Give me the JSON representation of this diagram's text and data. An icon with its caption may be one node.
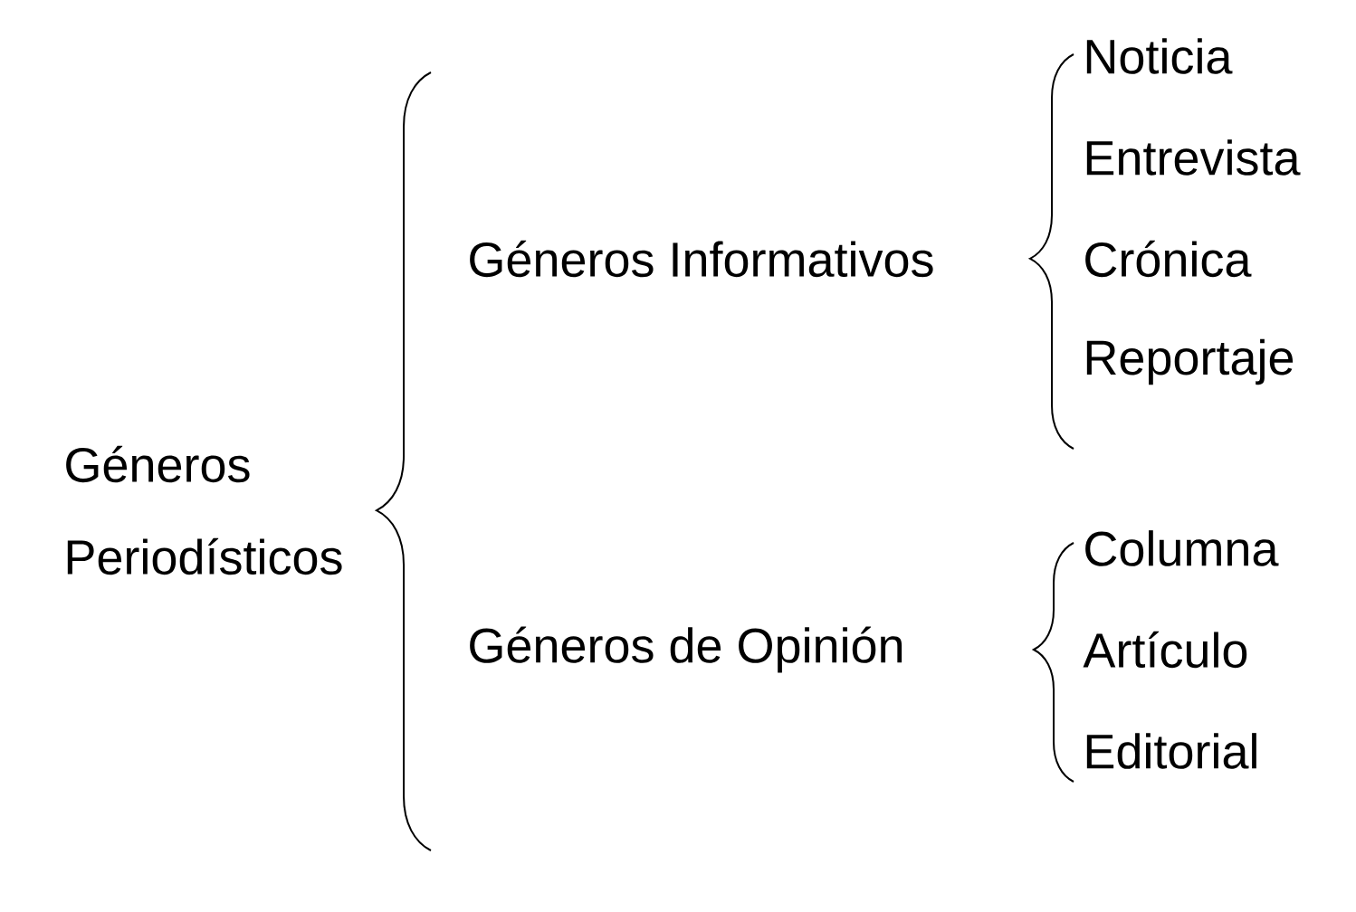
{
  "diagram": {
    "labels": [
      "Géneros Periodísticos",
      "Géneros Informativos",
      "Noticia",
      "Entrevista",
      "Crónica",
      "Reportaje",
      "Géneros de Opinión",
      "Columna",
      "Artículo",
      "Editorial"
    ]
  }
}
